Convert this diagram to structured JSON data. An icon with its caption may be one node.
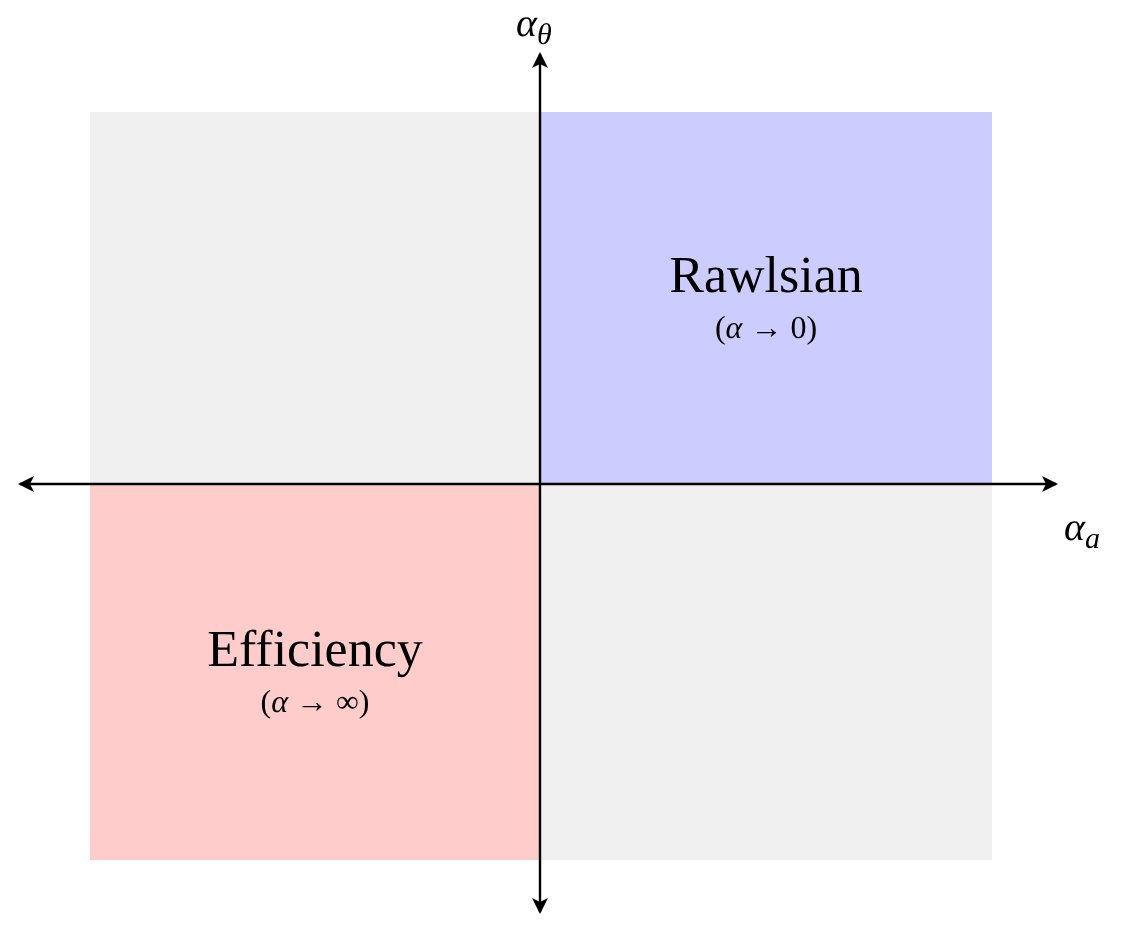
{
  "diagram": {
    "nodes": [
      {
        "text": [],
        "shape": "box"
      },
      {
        "text": [
          "Rawlsian",
          "(*α* → 0)"
        ]
      },
      {
        "text": [
          "Efficiency",
          "(*α* → ∞)"
        ]
      },
      {
        "text": [],
        "shape": "box"
      }
    ],
    "labels": [
      "α$_{θ}$",
      "α$_{a}$"
    ]
  }
}
